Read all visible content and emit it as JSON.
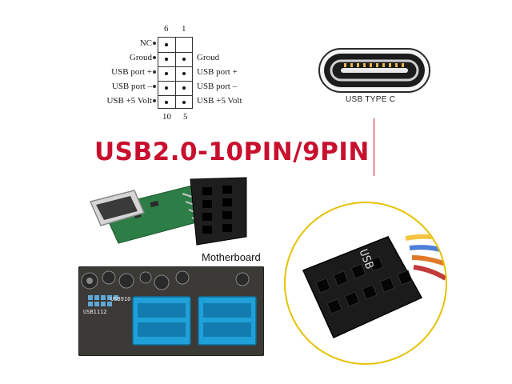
{
  "pinout": {
    "top_numbers": [
      "6",
      "1"
    ],
    "bottom_numbers": [
      "10",
      "5"
    ],
    "left_labels": [
      "NC",
      "Groud",
      "USB port +",
      "USB port –",
      "USB +5 Volt"
    ],
    "right_labels": [
      "Groud",
      "USB port +",
      "USB port –",
      "USB +5 Volt"
    ]
  },
  "title": "USB2.0-10PIN/9PIN",
  "connector_label": "USB TYPE C",
  "motherboard_label": "Motherboard",
  "header_marking": "USB",
  "board_silkscreen": [
    "USB910",
    "USB1112"
  ],
  "colors": {
    "title": "#c8102e",
    "callout_border": "#e6c200",
    "header_blue": "#1fa0d8",
    "pcb_green": "#2d7d46"
  }
}
